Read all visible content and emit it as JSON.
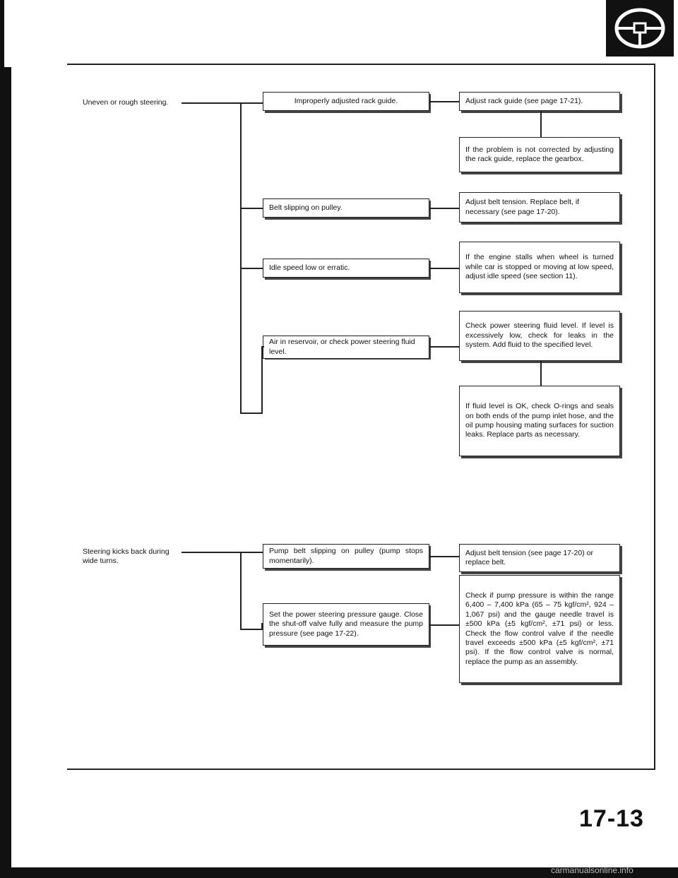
{
  "header": {
    "icon": "steering-wheel-icon"
  },
  "symptoms": [
    {
      "label": "Uneven or rough steering."
    },
    {
      "label": "Steering kicks back during wide turns."
    }
  ],
  "causes": [
    "Improperly adjusted rack guide.",
    "Belt slipping on pulley.",
    "Idle speed low or erratic.",
    "Air in reservoir, or check power steering fluid level.",
    "Pump belt slipping on pulley (pump stops momentarily).",
    "Set the power steering pressure gauge. Close the shut-off valve fully and measure the pump pressure (see page 17-22)."
  ],
  "remedies": [
    "Adjust rack guide (see page 17-21).",
    "If the problem is not corrected by adjusting the rack guide, replace the gearbox.",
    "Adjust belt tension. Replace belt, if necessary (see page 17-20).",
    "If the engine stalls when wheel is turned while car is stopped or moving at low speed, adjust idle speed (see section 11).",
    "Check power steering fluid level. If level is excessively low, check for leaks in the system. Add fluid to the specified level.",
    "If fluid level is OK, check O-rings and seals on both ends of the pump inlet hose, and the oil pump housing mating surfaces for suction leaks. Replace parts as necessary.",
    "Adjust belt tension (see page 17-20) or replace belt.",
    "Check if pump pressure is within the range 6,400 – 7,400 kPa (65 – 75 kgf/cm², 924 – 1,067 psi) and the gauge needle travel is ±500 kPa (±5 kgf/cm², ±71 psi) or less. Check the flow control valve if the needle travel exceeds ±500 kPa (±5 kgf/cm², ±71 psi). If the flow control valve is normal, replace the pump as an assembly."
  ],
  "page_number": "17-13",
  "watermark": "carmanualsonline.info"
}
